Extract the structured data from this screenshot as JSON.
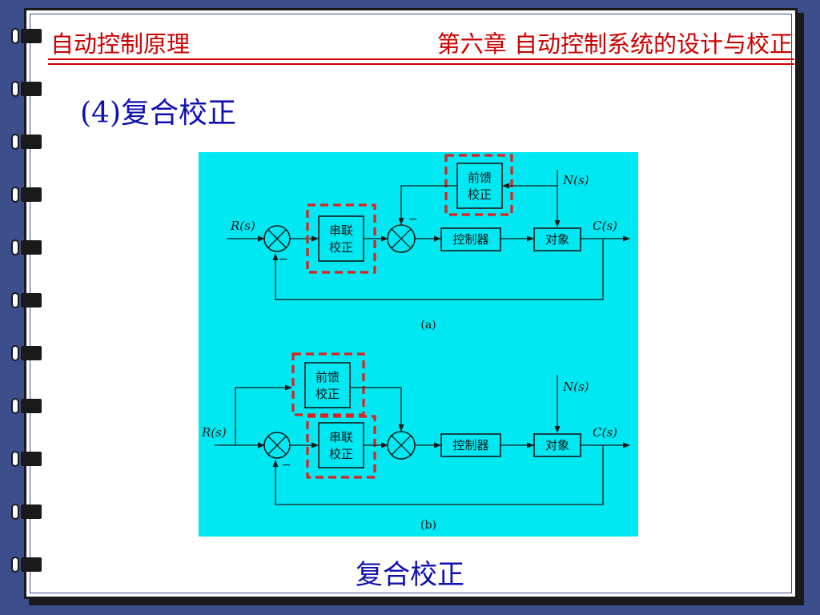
{
  "header": {
    "course_title": "自动控制原理",
    "chapter_title": "第六章  自动控制系统的设计与校正"
  },
  "section_title": "(4)复合校正",
  "figure": {
    "diagram_a": {
      "input": "R(s)",
      "disturbance": "N(s)",
      "output": "C(s)",
      "feedforward_block": [
        "前馈",
        "校正"
      ],
      "series_block": [
        "串联",
        "校正"
      ],
      "controller_block": "控制器",
      "plant_block": "对象",
      "minus_sign": "−",
      "label": "(a)"
    },
    "diagram_b": {
      "input": "R(s)",
      "disturbance": "N(s)",
      "output": "C(s)",
      "feedforward_block": [
        "前馈",
        "校正"
      ],
      "series_block": [
        "串联",
        "校正"
      ],
      "controller_block": "控制器",
      "plant_block": "对象",
      "minus_sign": "−",
      "label": "(b)"
    }
  },
  "caption": "复合校正",
  "colors": {
    "background": "#3d4e8c",
    "header_red": "#cc0000",
    "title_blue": "#1010b0",
    "figure_cyan": "#00e8f2",
    "highlight_red": "#e02020"
  }
}
